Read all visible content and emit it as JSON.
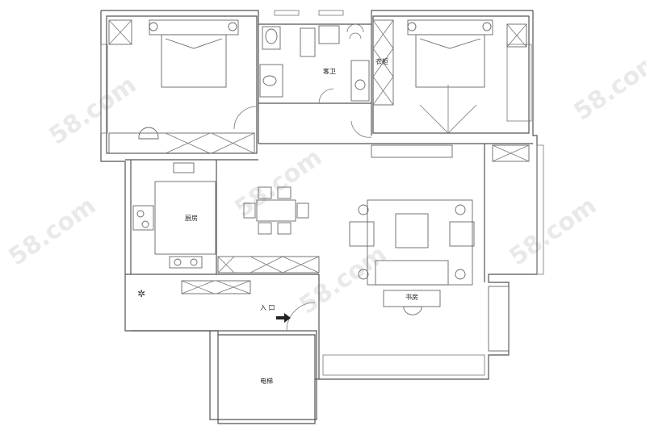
{
  "rooms": {
    "bathroom": "客卫",
    "wardrobe": "衣柜",
    "kitchen": "厨房",
    "study": "书房",
    "entrance": "入 口",
    "elevator": "电梯"
  },
  "watermarks": [
    "58.com",
    "58.com",
    "58.com",
    "58.com",
    "58.com",
    "58.com"
  ]
}
